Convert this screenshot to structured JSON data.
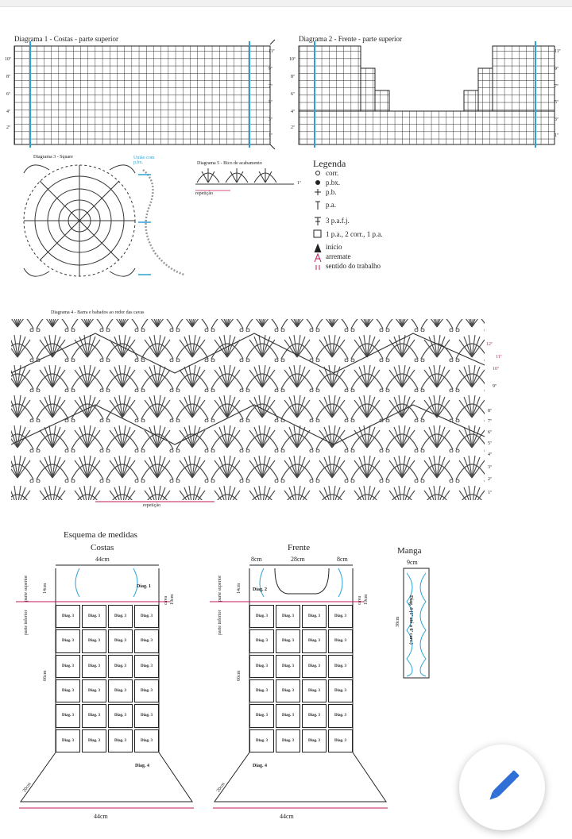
{
  "diagram1": {
    "title": "Diagrama 1 - Costas - parte superior",
    "rows_left": [
      "10ª",
      "8ª",
      "6ª",
      "4ª",
      "2ª"
    ],
    "rows_right": [
      "11ª",
      "9ª",
      "7ª",
      "5ª",
      "3ª",
      "1ª"
    ]
  },
  "diagram2": {
    "title": "Diagrama 2 - Frente - parte superior",
    "rows_left": [
      "10ª",
      "8ª",
      "6ª",
      "4ª",
      "2ª"
    ],
    "rows_right": [
      "11ª",
      "9ª",
      "7ª",
      "5ª",
      "3ª",
      "1ª"
    ]
  },
  "diagram3": {
    "title": "Diagrama 3 - Square",
    "union_label": "União com p.bx."
  },
  "diagram5": {
    "title": "Diagrama 5 - Bico de acabamento",
    "repeat": "repetição",
    "row": "1ª"
  },
  "legend": {
    "title": "Legenda",
    "items": [
      "corr.",
      "p.bx.",
      "p.b.",
      "p.a.",
      "3 p.a.f.j.",
      "1 p.a., 2 corr., 1 p.a.",
      "início",
      "arremate",
      "sentido do trabalho"
    ]
  },
  "diagram4": {
    "title": "Diagrama 4 - Barra e babados ao redor das cavas",
    "repeat": "repetição",
    "rows": [
      "12ª",
      "11ª",
      "10ª",
      "9ª",
      "8ª",
      "7ª",
      "6ª",
      "5ª",
      "4ª",
      "3ª",
      "2ª",
      "1ª"
    ]
  },
  "scheme": {
    "title": "Esquema de medidas",
    "back": {
      "title": "Costas",
      "top_width": "44cm",
      "upper_part": "parte superior",
      "upper_h": "14cm",
      "lower_part": "parte inferior",
      "lower_h": "66cm",
      "armhole": "cava",
      "armhole_h": "19cm",
      "diag1": "Diag. 1",
      "diag3": "Diag. 3",
      "diag4": "Diag. 4",
      "skirt": "20cm",
      "bottom_width": "44cm"
    },
    "front": {
      "title": "Frente",
      "side": "8cm",
      "center": "28cm",
      "side2": "8cm",
      "upper_part": "parte superior",
      "upper_h": "14cm",
      "lower_part": "parte inferior",
      "lower_h": "66cm",
      "armhole": "cava",
      "armhole_h": "19cm",
      "diag2": "Diag. 2",
      "diag3": "Diag. 3",
      "diag4": "Diag. 4",
      "skirt": "20cm",
      "bottom_width": "44cm"
    },
    "sleeve": {
      "title": "Manga",
      "width": "9cm",
      "height": "38cm",
      "diag": "Diag. 4 (1ª até a 6ª carr.)"
    }
  },
  "fab": {
    "icon": "pencil-icon",
    "color": "#2f6fd6"
  }
}
